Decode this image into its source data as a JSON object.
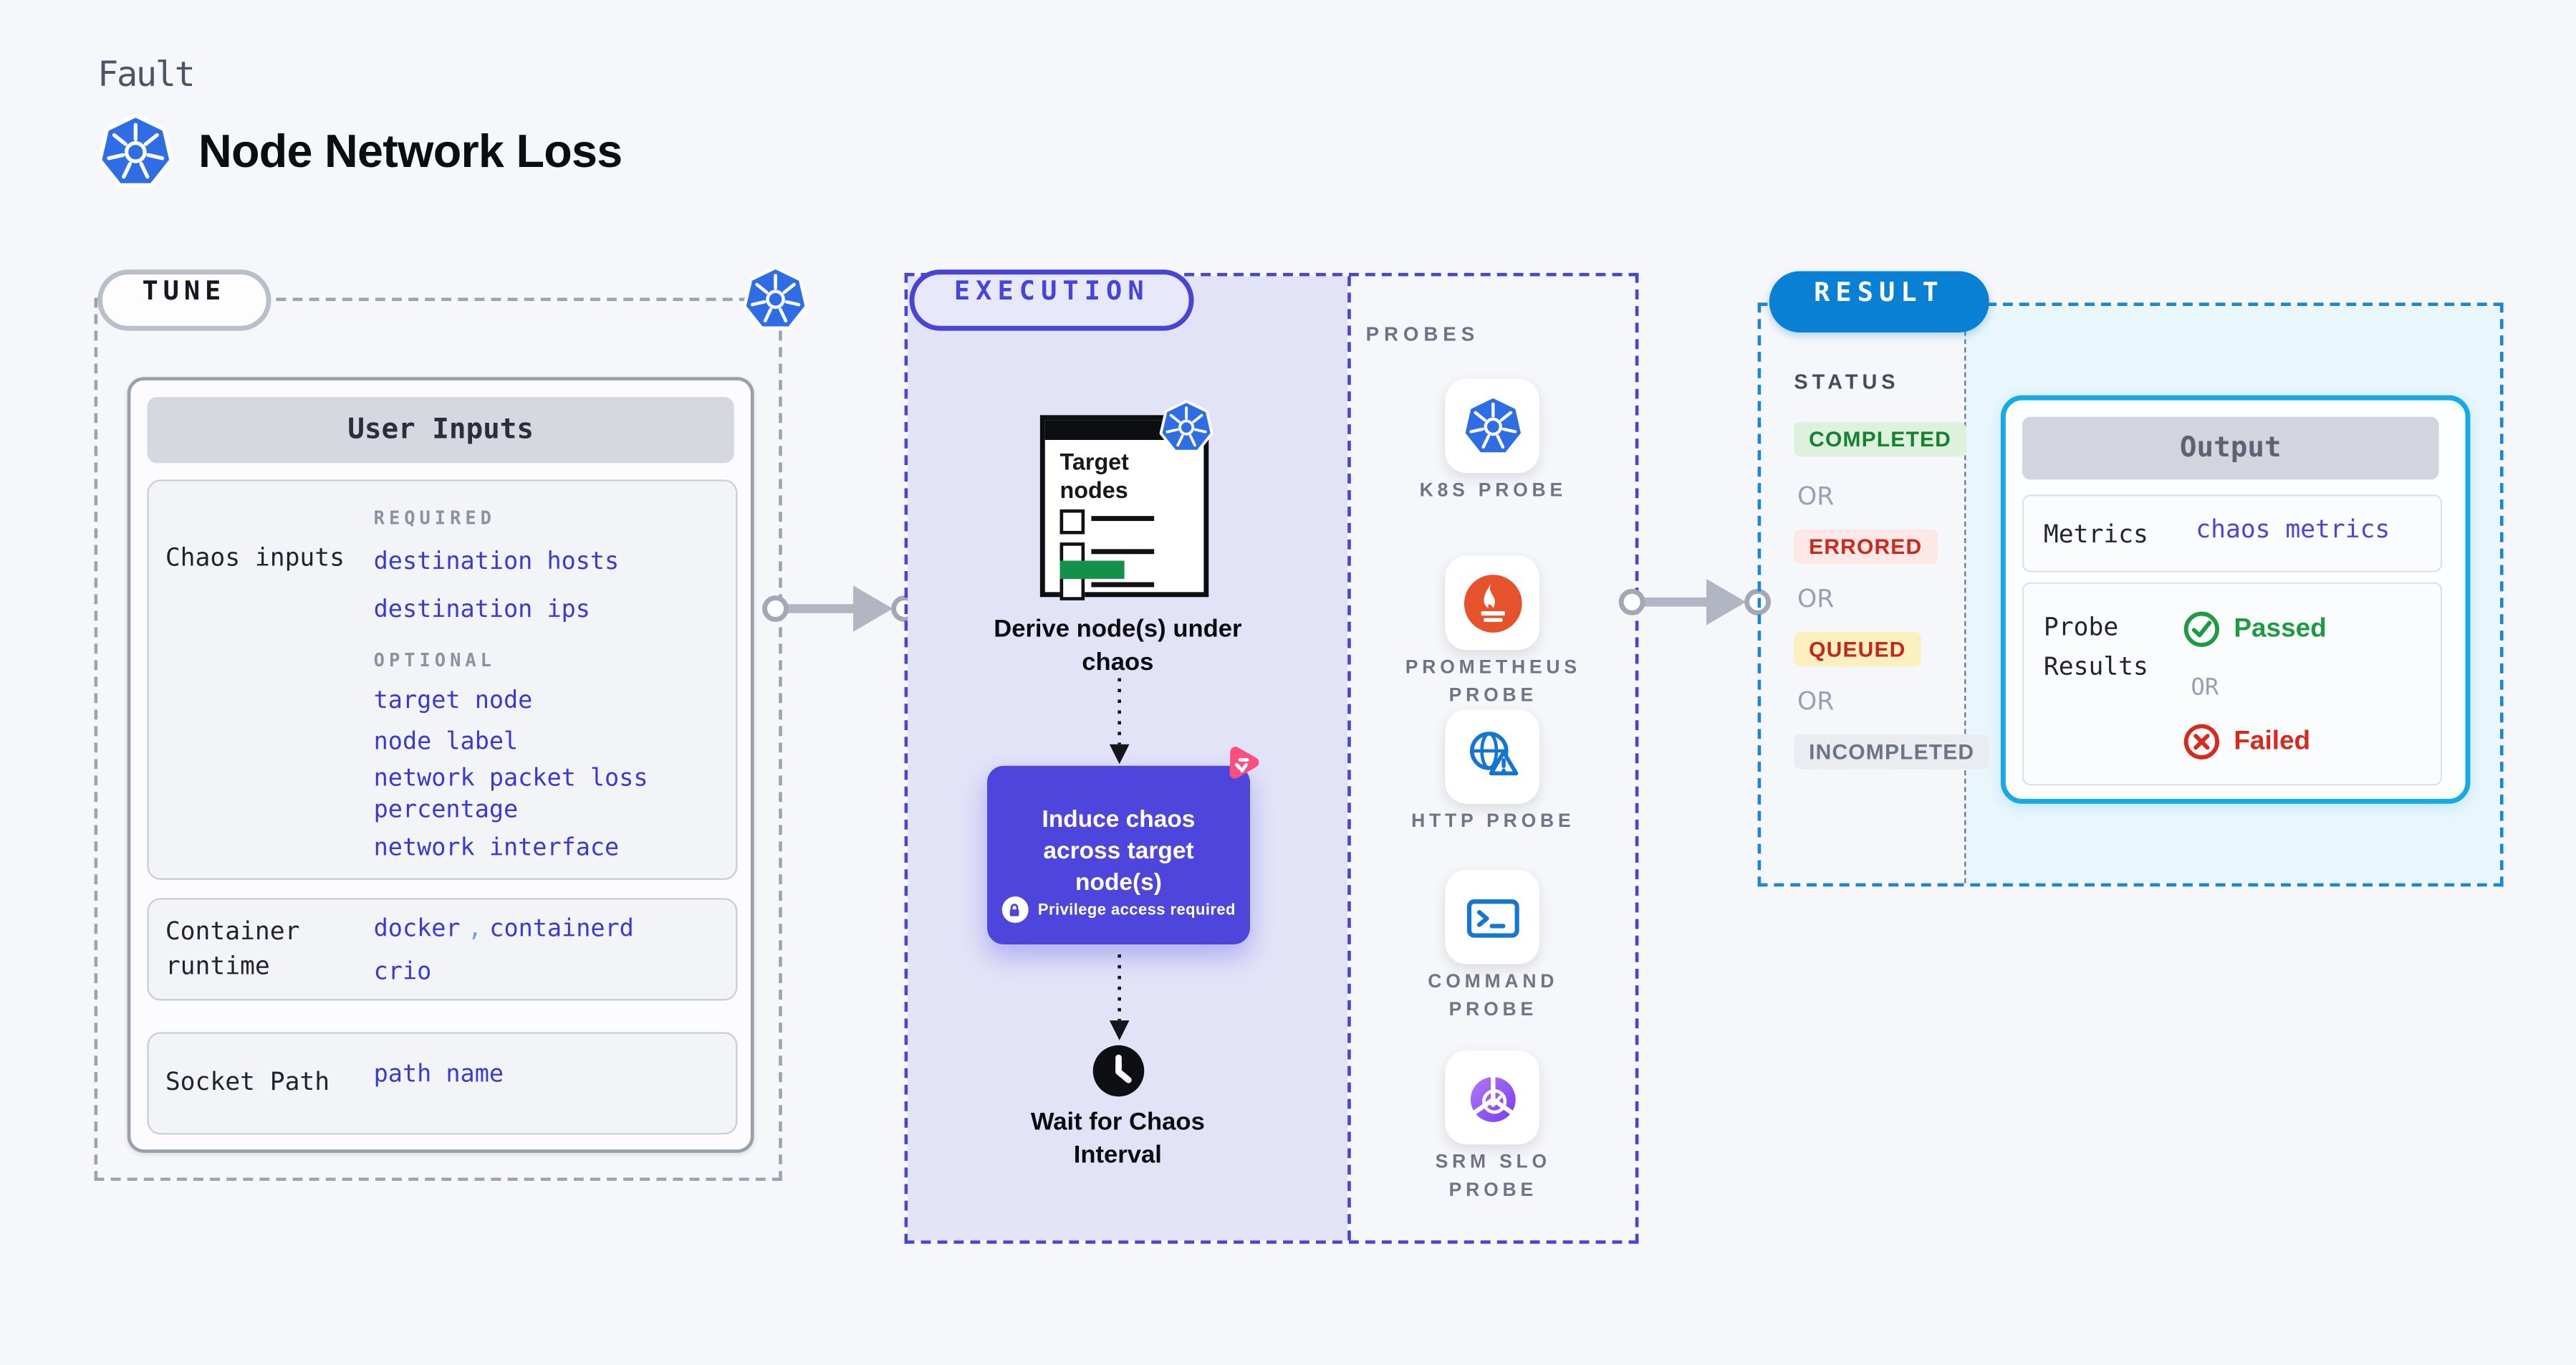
{
  "header": {
    "kicker": "Fault",
    "title": "Node Network Loss",
    "logo_icon": "kubernetes-icon"
  },
  "tune": {
    "badge": "TUNE",
    "corner_icon": "kubernetes-icon",
    "panel_title": "User Inputs",
    "chaos_inputs": {
      "label": "Chaos inputs",
      "required_heading": "REQUIRED",
      "required": [
        "destination hosts",
        "destination ips"
      ],
      "optional_heading": "OPTIONAL",
      "optional": [
        "target node",
        "node label",
        "network packet loss percentage",
        "network interface"
      ]
    },
    "container_runtime": {
      "label": "Container runtime",
      "values": [
        "docker",
        "containerd",
        "crio"
      ],
      "separator": ","
    },
    "socket_path": {
      "label": "Socket Path",
      "value": "path name"
    }
  },
  "execution": {
    "badge": "EXECUTION",
    "target_doc": {
      "title": "Target nodes",
      "badge_icon": "kubernetes-icon"
    },
    "step_derive": "Derive node(s) under chaos",
    "induce_card": {
      "title": "Induce chaos across target node(s)",
      "note": "Privilege access required",
      "note_icon": "lock-icon",
      "corner_icon": "litmus-chaos-icon"
    },
    "step_wait": "Wait for Chaos Interval",
    "wait_icon": "clock-icon"
  },
  "probes": {
    "heading": "PROBES",
    "items": [
      {
        "label": "K8S PROBE",
        "icon": "kubernetes-icon"
      },
      {
        "label": "PROMETHEUS PROBE",
        "icon": "prometheus-icon"
      },
      {
        "label": "HTTP PROBE",
        "icon": "globe-warning-icon"
      },
      {
        "label": "COMMAND PROBE",
        "icon": "terminal-icon"
      },
      {
        "label": "SRM SLO PROBE",
        "icon": "slo-pie-check-icon"
      }
    ]
  },
  "result": {
    "badge": "RESULT",
    "status_heading": "STATUS",
    "or_label": "OR",
    "statuses": [
      {
        "label": "COMPLETED",
        "text_color": "#158233",
        "bg_color": "#def1dd"
      },
      {
        "label": "ERRORED",
        "text_color": "#cb291c",
        "bg_color": "#fce9e7"
      },
      {
        "label": "QUEUED",
        "text_color": "#c3271a",
        "bg_color": "#fcf0c1"
      },
      {
        "label": "INCOMPLETED",
        "text_color": "#6d7585",
        "bg_color": "#eaecf2"
      }
    ],
    "output": {
      "title": "Output",
      "metrics_label": "Metrics",
      "metrics_value": "chaos metrics",
      "probe_results_label": "Probe Results",
      "passed_label": "Passed",
      "or_label": "OR",
      "failed_label": "Failed",
      "passed_icon": "check-circle-icon",
      "failed_icon": "x-circle-icon",
      "passed_color": "#1d9b40",
      "failed_color": "#d8291c"
    }
  },
  "colors": {
    "page_bg": "#f6f7fa",
    "indigo_accent": "#4744d9",
    "execution_bg": "#e3e3f8",
    "purple_card": "#4e46dc",
    "link_indigo": "#3b38d8",
    "result_blue": "#0a80d5",
    "output_border_cyan": "#16aae4",
    "result_bg": "#e9f6fc",
    "arrow_gray": "#b2b6c2",
    "kubernetes_blue": "#2e6de6",
    "prometheus_orange": "#e6522c",
    "http_blue": "#1476d2",
    "litmus_pink": "#fb4f80",
    "doc_green": "#13914c"
  }
}
